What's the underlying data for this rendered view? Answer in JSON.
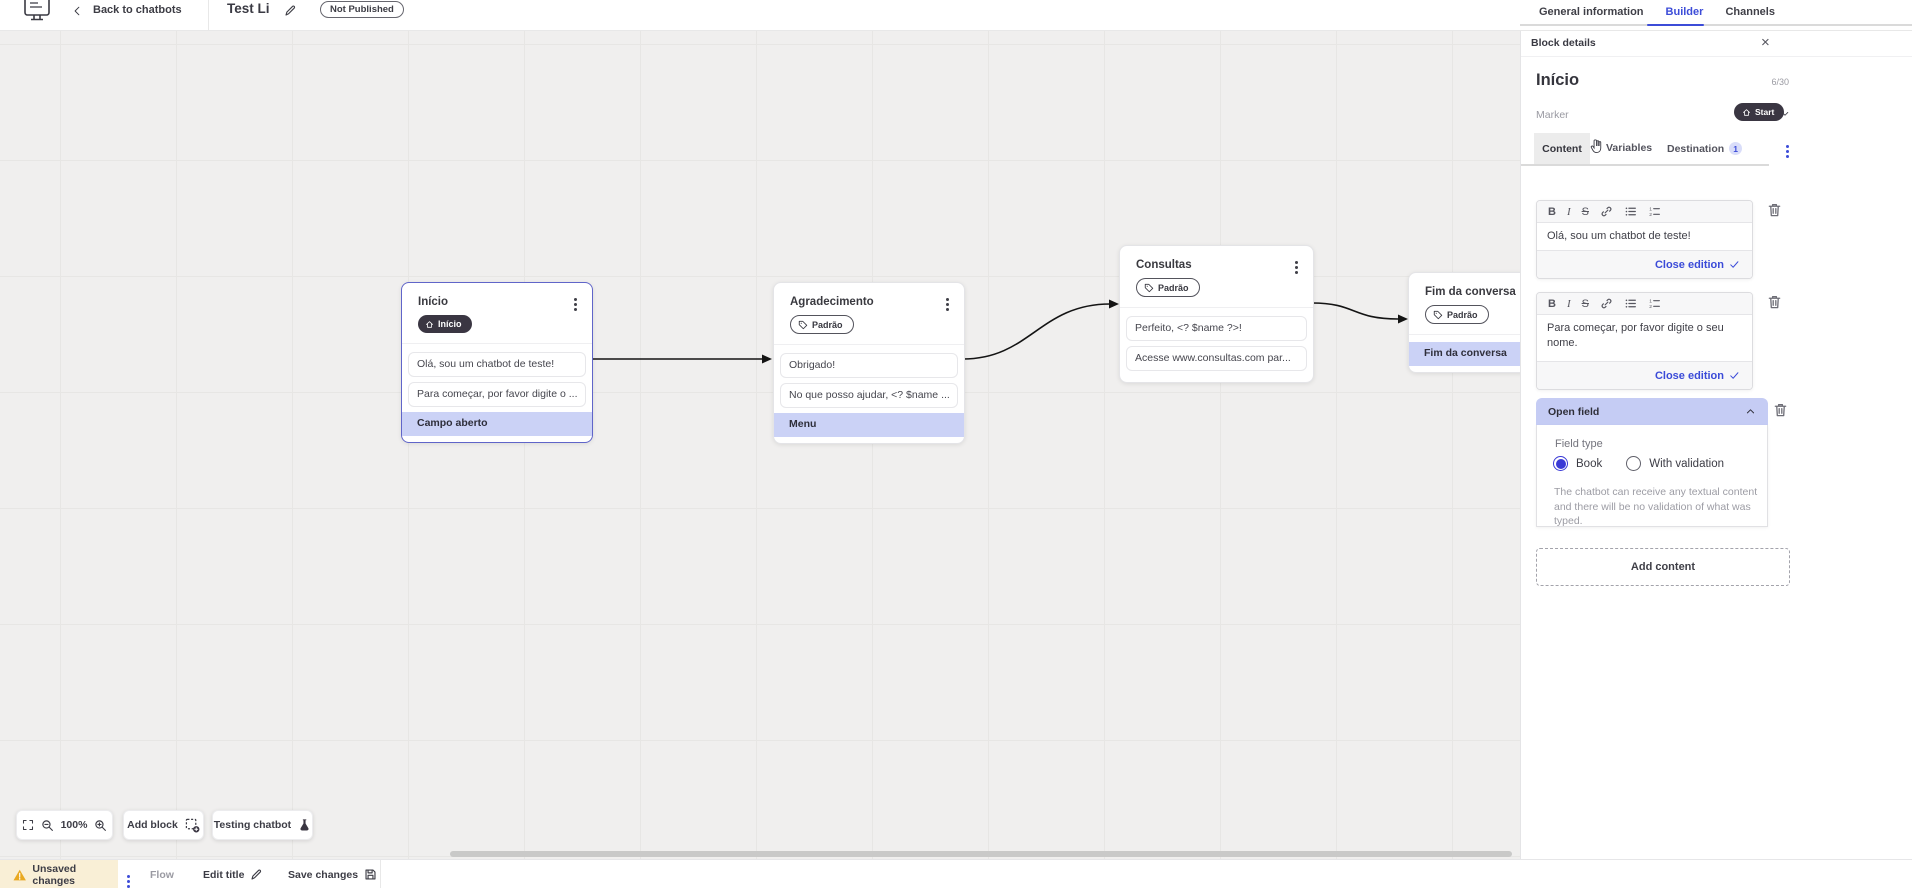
{
  "topbar": {
    "back_label": "Back to chatbots",
    "title": "Test Li",
    "status_badge": "Not Published",
    "tabs": [
      {
        "label": "General information",
        "active": false
      },
      {
        "label": "Builder",
        "active": true
      },
      {
        "label": "Channels",
        "active": false
      }
    ]
  },
  "canvas": {
    "blocks": [
      {
        "title": "Início",
        "marker": "Início",
        "rows": [
          {
            "text": "Olá, sou um chatbot de teste!",
            "kind": "message"
          },
          {
            "text": "Para começar, por favor digite o ...",
            "kind": "message"
          },
          {
            "text": "Campo aberto",
            "kind": "action"
          }
        ]
      },
      {
        "title": "Agradecimento",
        "marker": "Padrão",
        "rows": [
          {
            "text": "Obrigado!",
            "kind": "message"
          },
          {
            "text": "No que posso ajudar, <? $name ...",
            "kind": "message"
          },
          {
            "text": "Menu",
            "kind": "action"
          }
        ]
      },
      {
        "title": "Consultas",
        "marker": "Padrão",
        "rows": [
          {
            "text": "Perfeito, <? $name ?>!",
            "kind": "message"
          },
          {
            "text": "Acesse www.consultas.com par...",
            "kind": "message"
          }
        ]
      },
      {
        "title": "Fim da conversa",
        "marker": "Padrão",
        "rows": [
          {
            "text": "Fim da conversa",
            "kind": "action"
          }
        ]
      }
    ],
    "toolbar": {
      "zoom_level": "100%",
      "add_block_label": "Add block",
      "testing_label": "Testing chatbot"
    }
  },
  "panel": {
    "header": "Block details",
    "block_name": "Início",
    "name_counter": "6/30",
    "marker_label": "Marker",
    "marker_value": "Start",
    "tabs": {
      "content": "Content",
      "variables": "Variables",
      "destination": "Destination",
      "destination_badge": "1"
    },
    "editors": [
      {
        "text": "Olá, sou um chatbot de teste!",
        "close_label": "Close edition"
      },
      {
        "text": "Para começar, por favor digite o seu nome.",
        "close_label": "Close edition"
      }
    ],
    "open_field": {
      "title": "Open field",
      "field_type_label": "Field type",
      "options": [
        {
          "label": "Book",
          "selected": true
        },
        {
          "label": "With validation",
          "selected": false
        }
      ],
      "description": "The chatbot can receive any textual content and there will be no validation of what was typed."
    },
    "add_content_label": "Add content"
  },
  "statusbar": {
    "unsaved": "Unsaved changes",
    "flow": "Flow",
    "edit_title": "Edit title",
    "save": "Save changes"
  },
  "colors": {
    "accent_purple": "#6065c9",
    "action_row": "#cbd2f6",
    "marker_pill": "#3a3642",
    "link_blue": "#3c4cd8",
    "unsaved_bg": "#f9efd6",
    "warning": "#e9a922"
  }
}
